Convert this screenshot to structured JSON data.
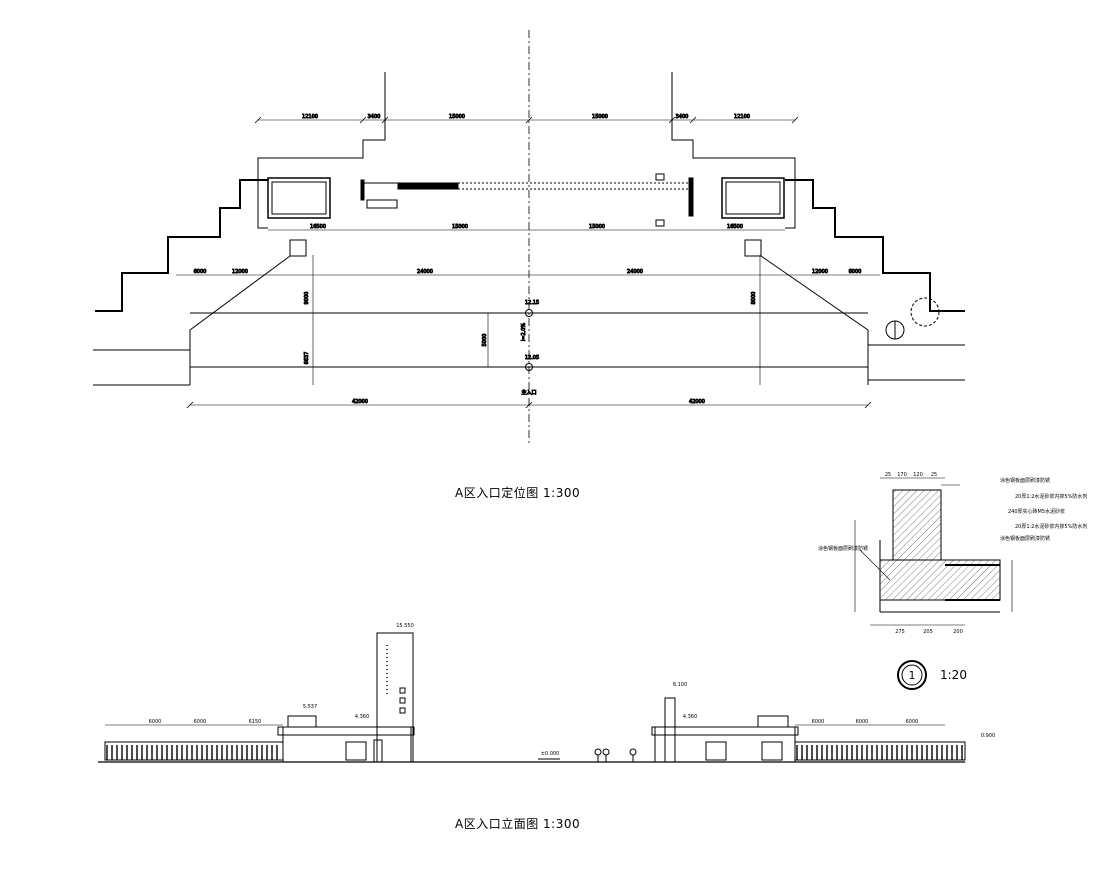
{
  "plan": {
    "title": "A区入口定位图 1:300",
    "dims_top": [
      "12100",
      "3400",
      "15000",
      "15000",
      "3400",
      "12100"
    ],
    "dims_mid": [
      "16500",
      "15000",
      "15000",
      "16500"
    ],
    "dims_row3": [
      "6000",
      "12000",
      "24000",
      "24000",
      "12000",
      "6000"
    ],
    "dims_bottom": [
      "42000",
      "42000"
    ],
    "dims_vertical": [
      "9000",
      "6637",
      "5000",
      "8000"
    ],
    "elev_labels": [
      "12.15",
      "12.05"
    ],
    "slope_label": "i=2.0%",
    "entry_label": "主入口"
  },
  "elevation": {
    "title": "A区入口立面图 1:300",
    "left_dims": [
      "6000",
      "6000",
      "6150"
    ],
    "right_dims": [
      "6000",
      "6000",
      "6000"
    ],
    "levels": [
      "15.550",
      "5.537",
      "4.360",
      "±0.000",
      "8.100",
      "4.360",
      "0.900"
    ]
  },
  "detail": {
    "callout_number": "1",
    "scale": "1:20",
    "top_dims": [
      "25",
      "170",
      "120",
      "25"
    ],
    "bottom_dims": [
      "275",
      "205",
      "200"
    ],
    "notes": [
      "涂色钢板面层刷漆防锈",
      "20厚1:2水泥砂浆内掺5%防水剂",
      "240厚实心砖M5水泥砂浆",
      "20厚1:2水泥砂浆内掺5%防水剂",
      "涂色钢板面层刷漆防锈"
    ],
    "left_note": "涂色钢板面层刷漆防锈"
  }
}
